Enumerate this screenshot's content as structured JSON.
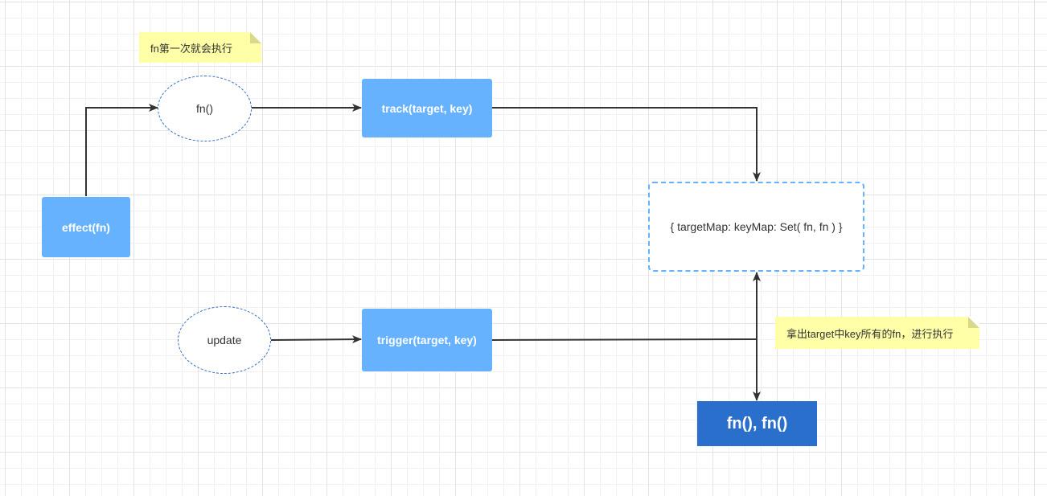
{
  "diagram": {
    "nodes": {
      "effect": "effect(fn)",
      "fn_call": "fn()",
      "track": "track(target, key)",
      "target_map": "{ targetMap: keyMap: Set( fn, fn ) }",
      "update": "update",
      "trigger": "trigger(target, key)",
      "result": "fn(), fn()"
    },
    "notes": {
      "first_run": "fn第一次就会执行",
      "fetch_run": "拿出target中key所有的fn，进行执行"
    },
    "colors": {
      "primary_box": "#66b2ff",
      "result_box": "#2a6fcb",
      "note": "#ffffa8",
      "connector": "#333333",
      "ellipse_border": "#2f6cc4"
    }
  }
}
